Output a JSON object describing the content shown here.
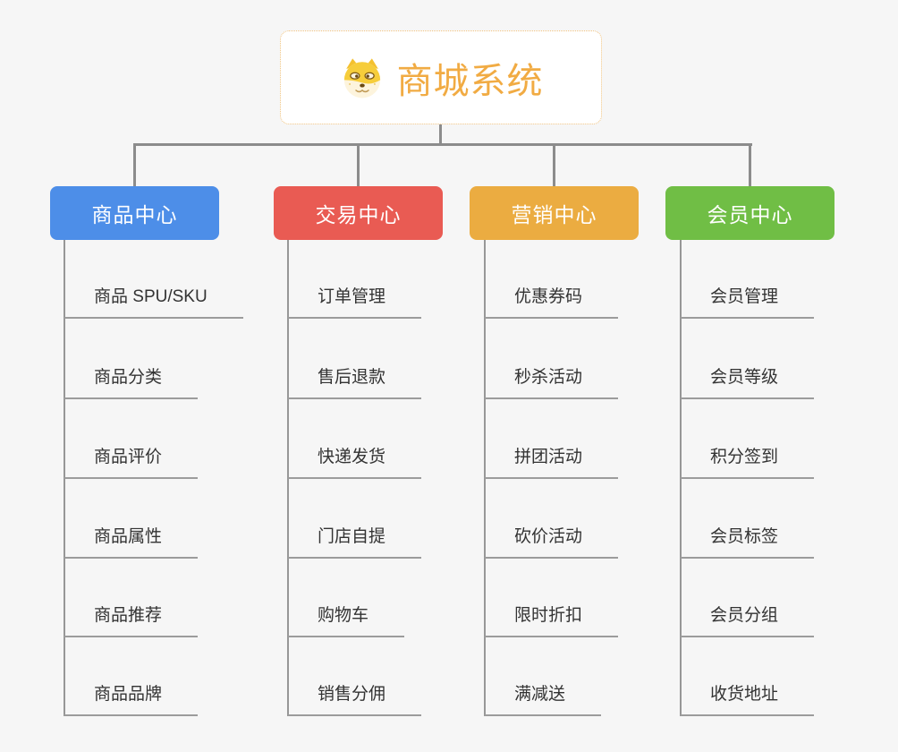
{
  "root": {
    "title": "商城系统",
    "icon": "doge-icon",
    "title_color": "#f1ab43",
    "border_color": "#f0c27e",
    "background": "#ffffff"
  },
  "canvas_background": "#f6f6f6",
  "connector_color": "#8c8c8c",
  "leaf_underline_color": "#9c9c9c",
  "leaf_text_color": "#333333",
  "branches": [
    {
      "label": "商品中心",
      "color": "#4d8ee8",
      "items": [
        "商品 SPU/SKU",
        "商品分类",
        "商品评价",
        "商品属性",
        "商品推荐",
        "商品品牌"
      ]
    },
    {
      "label": "交易中心",
      "color": "#e95b53",
      "items": [
        "订单管理",
        "售后退款",
        "快递发货",
        "门店自提",
        "购物车",
        "销售分佣"
      ]
    },
    {
      "label": "营销中心",
      "color": "#ebac41",
      "items": [
        "优惠券码",
        "秒杀活动",
        "拼团活动",
        "砍价活动",
        "限时折扣",
        "满减送"
      ]
    },
    {
      "label": "会员中心",
      "color": "#70be45",
      "items": [
        "会员管理",
        "会员等级",
        "积分签到",
        "会员标签",
        "会员分组",
        "收货地址"
      ]
    }
  ]
}
